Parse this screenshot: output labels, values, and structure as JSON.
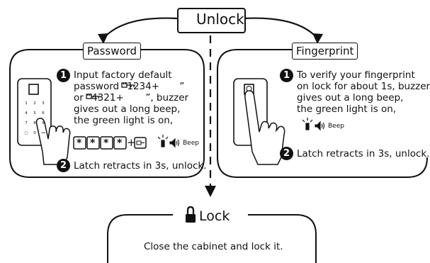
{
  "title": "Unlock",
  "password": {
    "label": "Password",
    "step1_number": "1",
    "step1_lines": [
      "Input factory default",
      "password “1234+ ",
      "or “4321+ ",
      "gives out a long beep,",
      "the green light is on,"
    ],
    "step1_line2_end": "”",
    "step1_line3_end": " ”, buzzer",
    "code_keys": [
      "*",
      "*",
      "*",
      "*"
    ],
    "plus": "+",
    "beep": "Beep",
    "step2_number": "2",
    "step2_text": "Latch retracts in 3s, unlock.",
    "keypad_keys": [
      "1",
      "2",
      "3",
      "4",
      "5",
      "6",
      "7",
      "8",
      "9",
      "▢",
      "0",
      "⊶"
    ]
  },
  "fingerprint": {
    "label": "Fingerprint",
    "step1_number": "1",
    "step1_lines": [
      "To verify your fingerprint",
      "on lock for about 1s, buzzer",
      "gives out a long beep,",
      "the green light is on,"
    ],
    "beep": "Beep",
    "step2_number": "2",
    "step2_text": "Latch retracts in 3s, unlock."
  },
  "lock": {
    "title": "Lock",
    "text": "Close the cabinet and lock it."
  }
}
